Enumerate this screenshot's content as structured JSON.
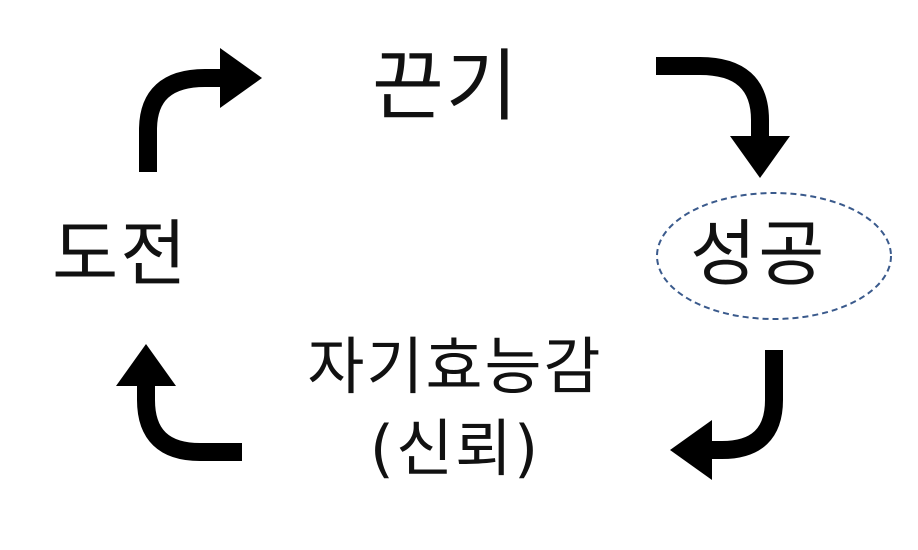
{
  "cycle": {
    "nodes": {
      "top": "끈기",
      "right": "성공",
      "left": "도전",
      "bottom_line1": "자기효능감",
      "bottom_line2": "(신뢰)"
    },
    "highlighted": "성공",
    "highlight_outline_color": "#3a5a8c",
    "arrow_color": "#000000"
  }
}
